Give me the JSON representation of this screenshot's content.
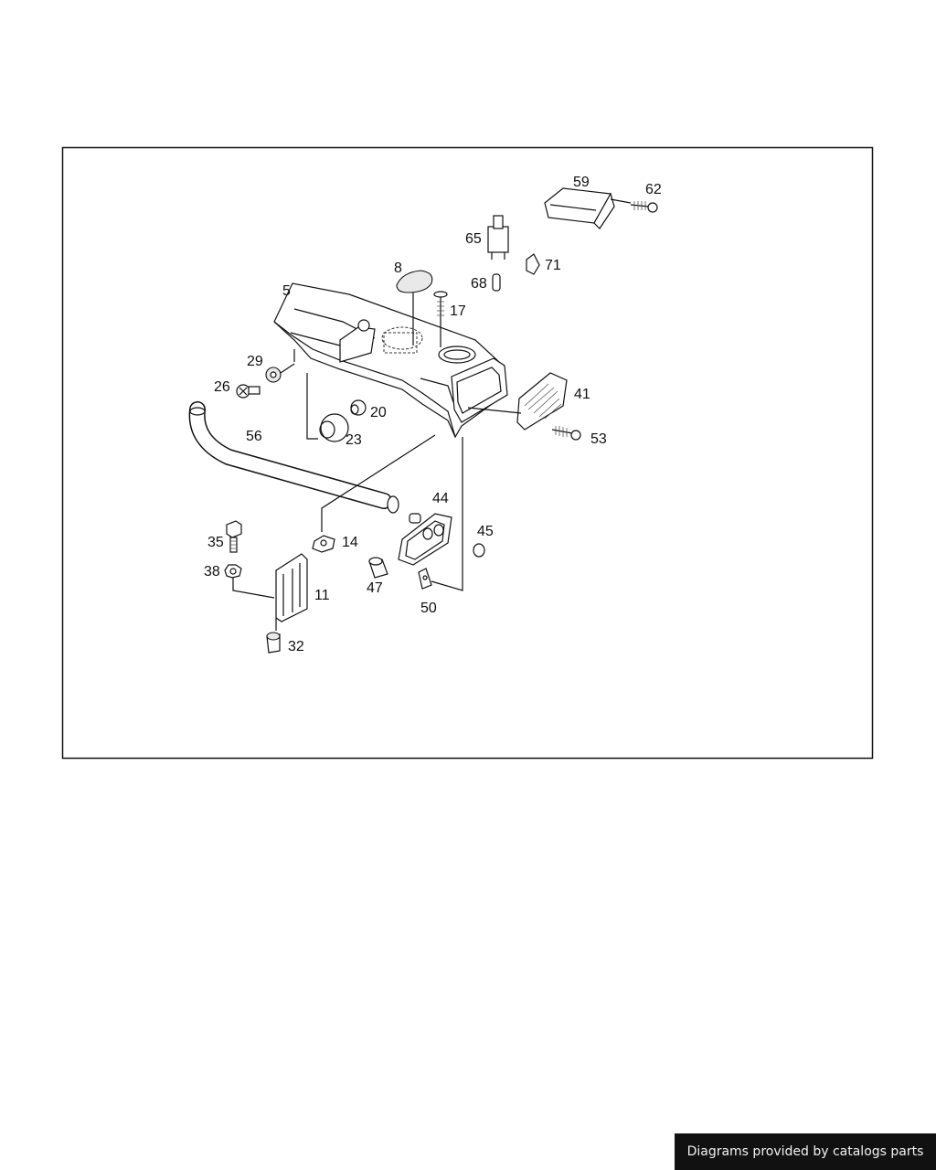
{
  "diagram": {
    "part_numbers": [
      "59",
      "62",
      "65",
      "71",
      "68",
      "8",
      "5",
      "17",
      "29",
      "26",
      "20",
      "23",
      "41",
      "53",
      "56",
      "44",
      "45",
      "35",
      "14",
      "38",
      "11",
      "47",
      "50",
      "32"
    ]
  },
  "footer": {
    "credit": "Diagrams provided by catalogs parts"
  }
}
